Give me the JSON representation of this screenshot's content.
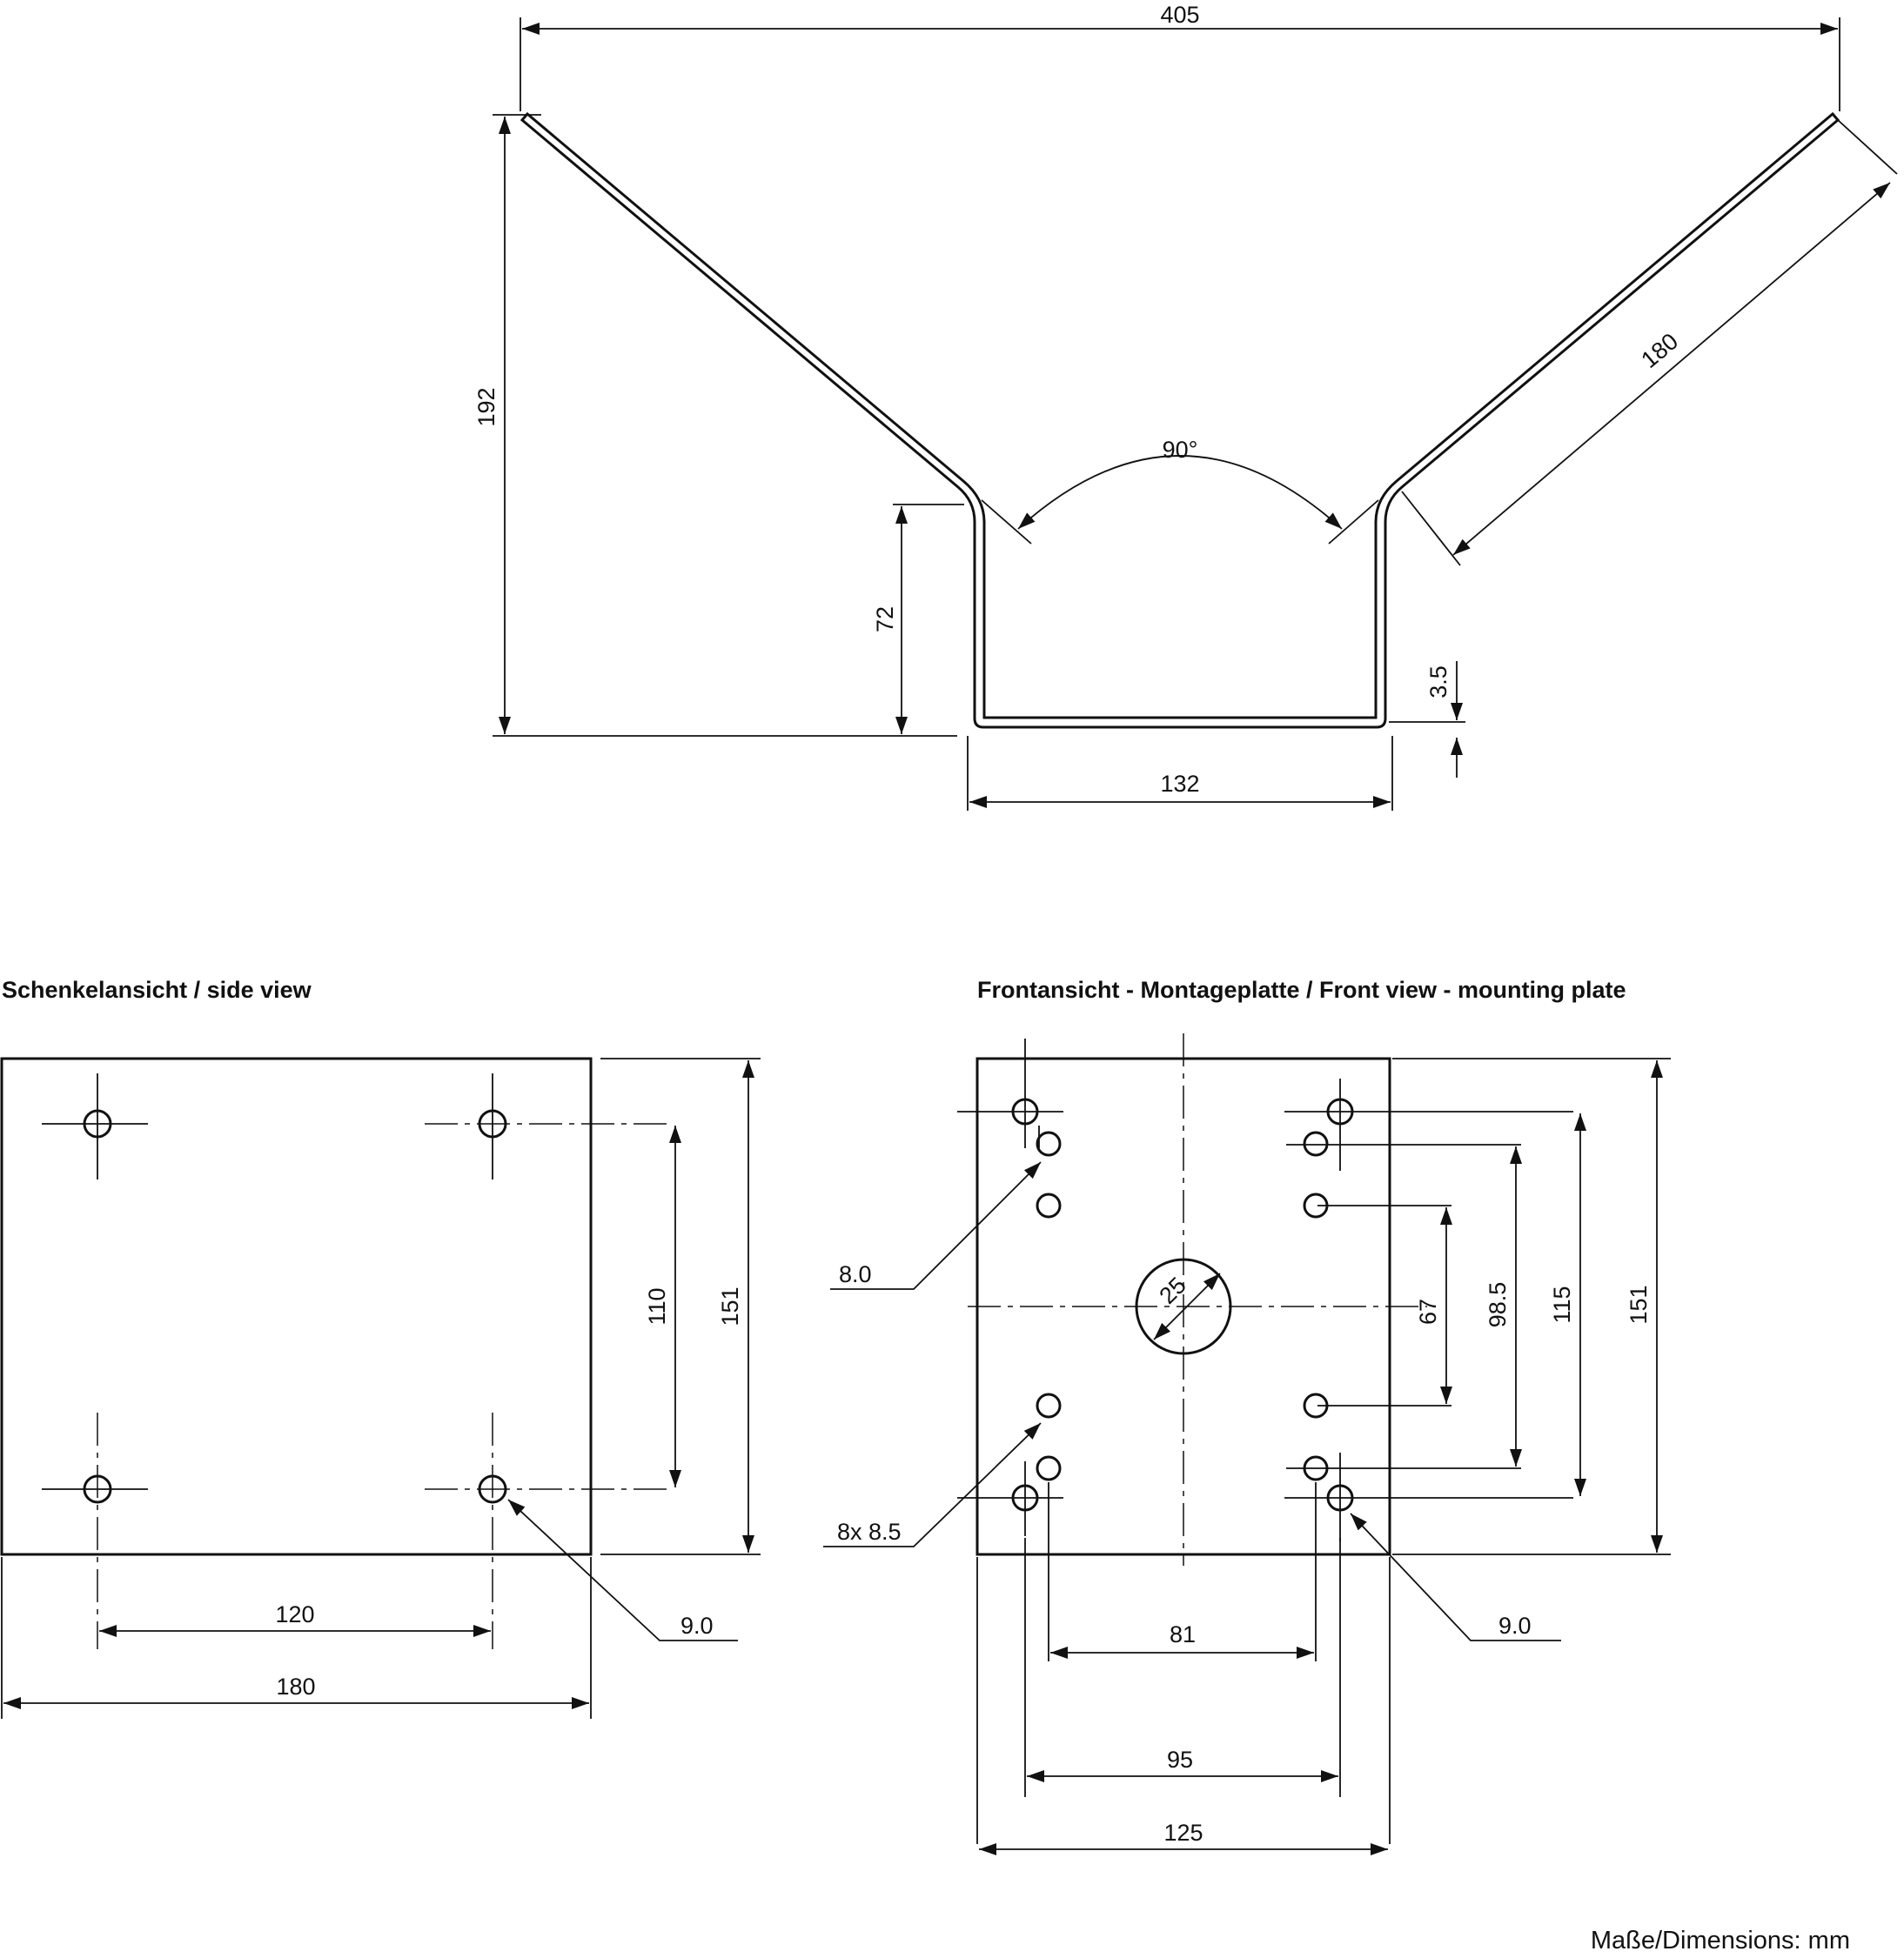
{
  "units_note": "Maße/Dimensions: mm",
  "top_view": {
    "width": "405",
    "height": "192",
    "leg_length": "180",
    "angle": "90°",
    "base_height": "72",
    "thickness": "3.5",
    "base_width": "132"
  },
  "side_view": {
    "title": "Schenkelansicht / side view",
    "hole_spacing_v": "110",
    "height": "151",
    "hole_spacing_h": "120",
    "width": "180",
    "hole_dia": "9.0"
  },
  "front_view": {
    "title": "Frontansicht - Montageplatte /  Front view - mounting plate",
    "hole_dia_a": "8.0",
    "hole_dia_b": "8x 8.5",
    "hole_dia_c": "9.0",
    "center_hole": "25",
    "spacing_67": "67",
    "spacing_985": "98.5",
    "spacing_115": "115",
    "height": "151",
    "spacing_81": "81",
    "spacing_95": "95",
    "width": "125"
  }
}
